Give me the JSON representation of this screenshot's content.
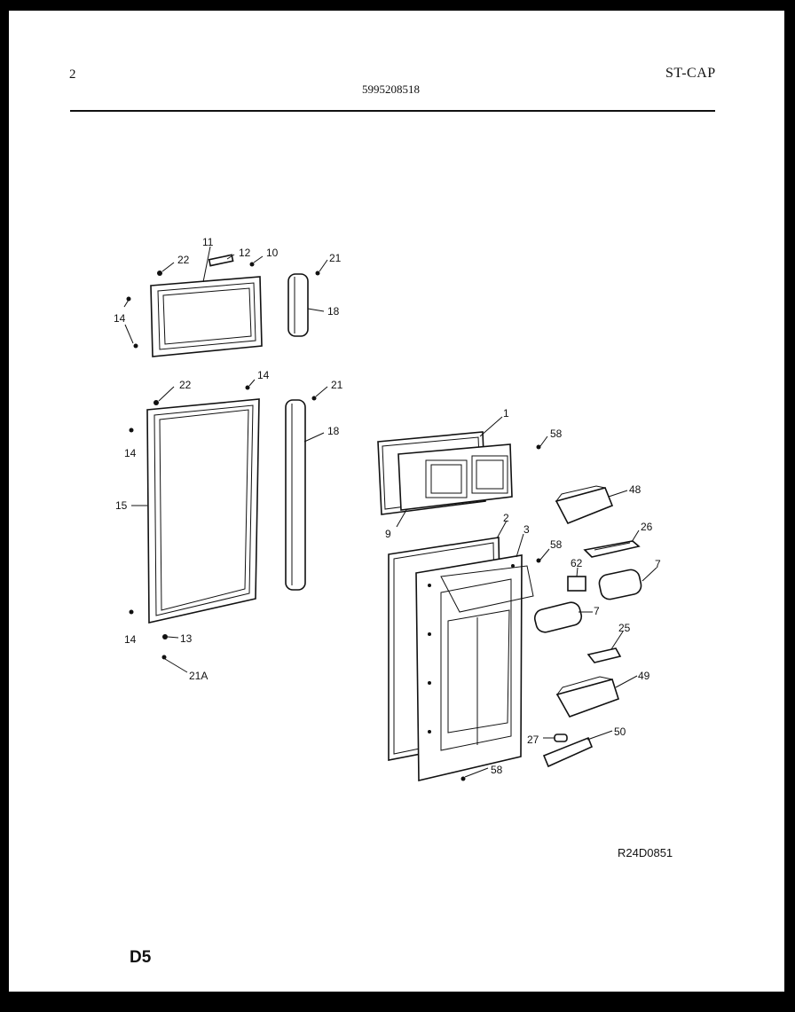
{
  "header": {
    "page_number": "2",
    "model_code": "5995208518",
    "section_code": "ST-CAP"
  },
  "footer": {
    "drawing_code": "R24D0851",
    "page_code": "D5"
  },
  "callouts": {
    "c11": "11",
    "c12": "12",
    "c10": "10",
    "c22a": "22",
    "c21a": "21",
    "c14a": "14",
    "c18a": "18",
    "c22b": "22",
    "c14b": "14",
    "c21b": "21",
    "c14c": "14",
    "c18b": "18",
    "c15": "15",
    "c14d": "14",
    "c13": "13",
    "c21A": "21A",
    "c1": "1",
    "c58a": "58",
    "c9": "9",
    "c48": "48",
    "c2": "2",
    "c3": "3",
    "c58b": "58",
    "c26": "26",
    "c62": "62",
    "c7a": "7",
    "c7b": "7",
    "c25": "25",
    "c49": "49",
    "c27": "27",
    "c50": "50",
    "c58c": "58"
  }
}
